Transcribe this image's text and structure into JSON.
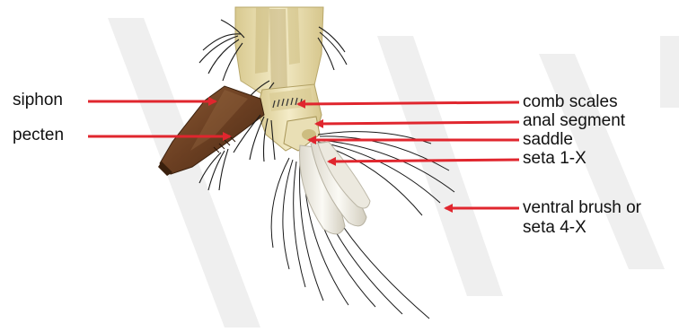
{
  "labels": {
    "siphon": "siphon",
    "pecten": "pecten",
    "comb_scales": "comb scales",
    "anal_segment": "anal segment",
    "saddle": "saddle",
    "seta_1x": "seta 1-X",
    "ventral_brush_line1": "ventral brush or",
    "ventral_brush_line2": "seta 4-X"
  },
  "colors": {
    "arrow": "#e0262e",
    "siphon": "#6b3f22",
    "segment": "#efe6bf",
    "brush": "#f2efe6",
    "watermark": "#ececec"
  }
}
